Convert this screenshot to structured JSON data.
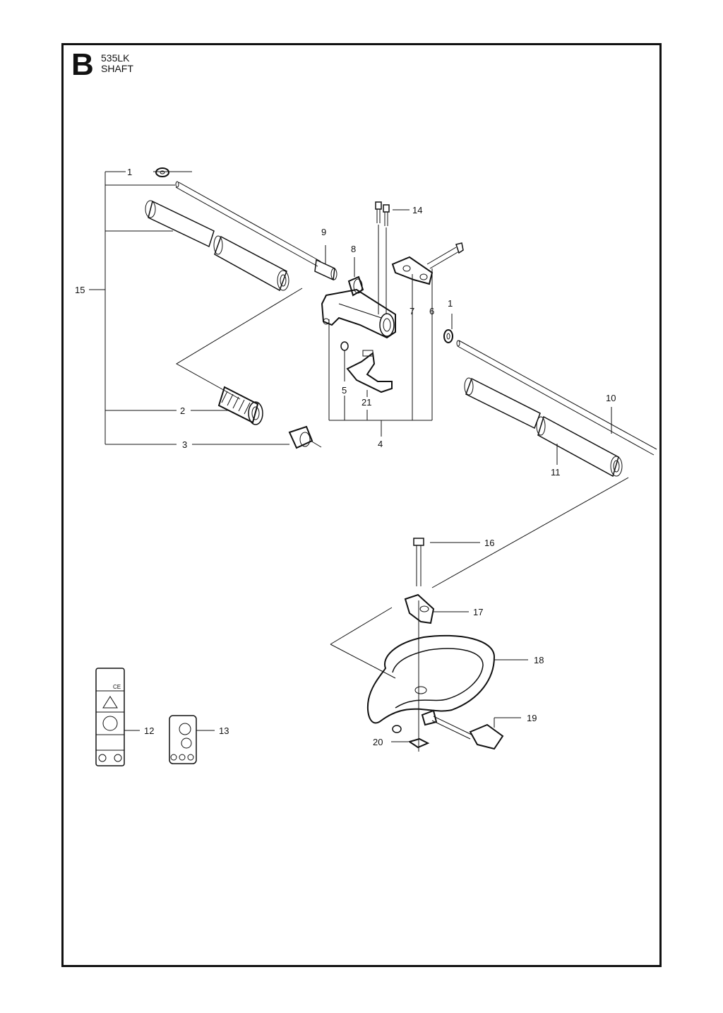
{
  "header": {
    "section_letter": "B",
    "model": "535LK",
    "section_title": "SHAFT"
  },
  "callouts": {
    "c1a": "1",
    "c1b": "1",
    "c2": "2",
    "c3": "3",
    "c4": "4",
    "c5": "5",
    "c6": "6",
    "c7": "7",
    "c8": "8",
    "c9": "9",
    "c10": "10",
    "c11": "11",
    "c12": "12",
    "c13": "13",
    "c14": "14",
    "c15": "15",
    "c16": "16",
    "c17": "17",
    "c18": "18",
    "c19": "19",
    "c20": "20",
    "c21": "21"
  },
  "decal": {
    "ce_mark": "CE"
  }
}
